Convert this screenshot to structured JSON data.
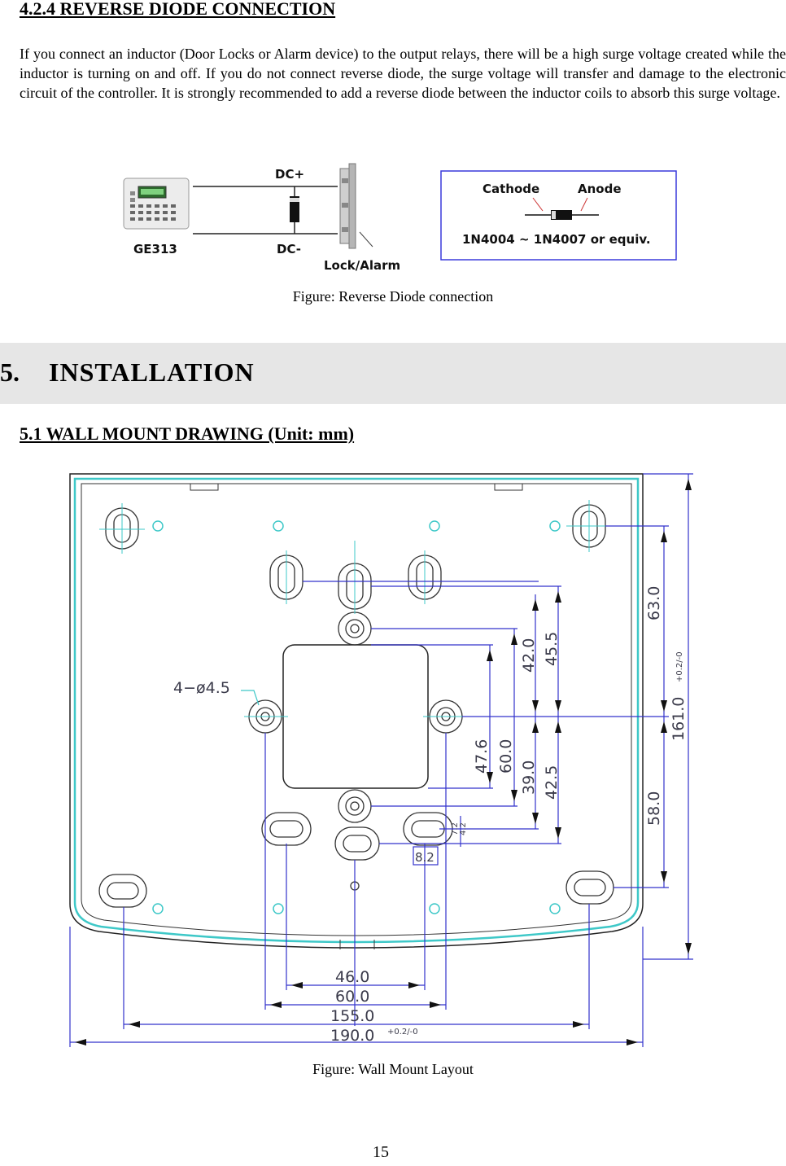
{
  "section_424": {
    "heading": "4.2.4 REVERSE DIODE CONNECTION",
    "body": "If you connect an inductor (Door Locks or Alarm device) to the output relays, there will be a high surge voltage created while the inductor is turning on and off. If you do not connect reverse diode, the surge voltage will transfer and damage to the electronic circuit of the controller. It is strongly recommended to add a reverse diode between the inductor coils to absorb this surge voltage."
  },
  "diode_figure": {
    "controller_label": "GE313",
    "dc_plus": "DC+",
    "dc_minus": "DC-",
    "lock_label": "Lock/Alarm",
    "cathode_label": "Cathode",
    "anode_label": "Anode",
    "part_label": "1N4004 ~ 1N4007 or equiv.",
    "caption": "Figure: Reverse Diode connection"
  },
  "section_5": {
    "number": "5.",
    "title": "INSTALLATION"
  },
  "section_51": {
    "heading": "5.1 WALL MOUNT DRAWING (Unit: mm)"
  },
  "mount_figure": {
    "hole_label": "4−ø4.5",
    "dims_vertical": [
      "63.0",
      "45.5",
      "42.0",
      "47.6",
      "60.0",
      "39.0",
      "42.5",
      "58.0",
      "161.0",
      "7.2",
      "4.2"
    ],
    "dims_horizontal": [
      "46.0",
      "60.0",
      "155.0",
      "190.0",
      "8.2"
    ],
    "tolerance": "+0.2/-0",
    "caption": "Figure: Wall Mount Layout"
  },
  "page_number": "15"
}
